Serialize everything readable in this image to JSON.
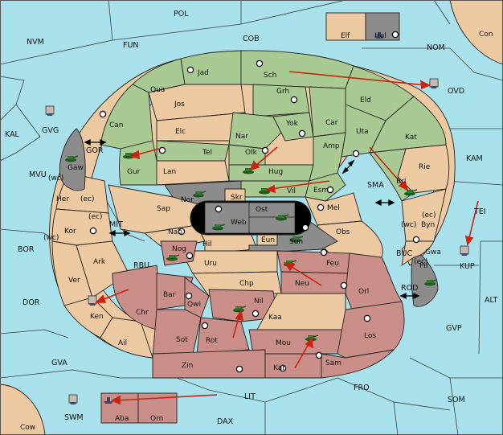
{
  "colors": {
    "sea": "#a8e0ec",
    "neutral": "#ecc9a0",
    "green": "#a9c992",
    "red": "#c98e87",
    "gray": "#8c8c8c",
    "black": "#000000",
    "order_arrow": "#cc2211"
  },
  "labels": {
    "POL": "POL",
    "NVM": "NVM",
    "FUN": "FUN",
    "COB": "COB",
    "NOM": "NOM",
    "Con": "Con",
    "Elf": "Elf",
    "Hel": "Hel",
    "OVD": "OVD",
    "KAL": "KAL",
    "GVG": "GVG",
    "KAM": "KAM",
    "GOR": "GOR",
    "MVU": "MVU",
    "SMA": "SMA",
    "TEI": "TEI",
    "BOR": "BOR",
    "MIT": "MIT",
    "RBU": "RBU",
    "BUC": "BUC",
    "KUP": "KUP",
    "ALT": "ALT",
    "DOR": "DOR",
    "ROD": "ROD",
    "GVP": "GVP",
    "GVA": "GVA",
    "FRO": "FRO",
    "LIT": "LIT",
    "SOM": "SOM",
    "SWM": "SWM",
    "DAX": "DAX",
    "Cow": "Cow",
    "Aba": "Aba",
    "Orn": "Orn",
    "Jad": "Jad",
    "Sch": "Sch",
    "Qua": "Qua",
    "Jos": "Jos",
    "Grh": "Grh",
    "Eld": "Eld",
    "Can": "Can",
    "Elc": "Elc",
    "Yok": "Yok",
    "Car": "Car",
    "Uta": "Uta",
    "Kat": "Kat",
    "Nar": "Nar",
    "Amp": "Amp",
    "Gur": "Gur",
    "Tel": "Tel",
    "Olk": "Olk",
    "Rie": "Rie",
    "Gaw": "Gaw",
    "Lan": "Lan",
    "Hug": "Hug",
    "Bri": "Bri",
    "wc1": "(wc)",
    "Her": "Her",
    "ec1": "(ec)",
    "Nor": "Nor",
    "Vil": "Vil",
    "Esm": "Esm",
    "Skr": "Skr",
    "Ost": "Ost",
    "Sap": "Sap",
    "Mel": "Mel",
    "ec2": "(ec)",
    "Web": "Web",
    "ec3": "(ec)",
    "wc2": "(wc)",
    "Byn": "Byn",
    "Kor": "Kor",
    "Nab": "Nab",
    "Eun": "Eun",
    "Obs": "Obs",
    "wc3": "(wc)",
    "Hil": "Hil",
    "Sun": "Sun",
    "Gwa": "Gwa",
    "ec4": "(ec)",
    "Nog": "Nog",
    "Ark": "Ark",
    "Uru": "Uru",
    "Feu": "Feu",
    "Pir": "Pir",
    "Ver": "Ver",
    "Chp": "Chp",
    "Neu": "Neu",
    "Orl": "Orl",
    "Bar": "Bar",
    "Qwi": "Qwi",
    "Nil": "Nil",
    "Ken": "Ken",
    "Chr": "Chr",
    "Kaa": "Kaa",
    "Sot": "Sot",
    "Rot": "Rot",
    "Los": "Los",
    "Ail": "Ail",
    "Mou": "Mou",
    "Zin": "Zin",
    "Kar": "Kar",
    "Sam": "Sam"
  }
}
